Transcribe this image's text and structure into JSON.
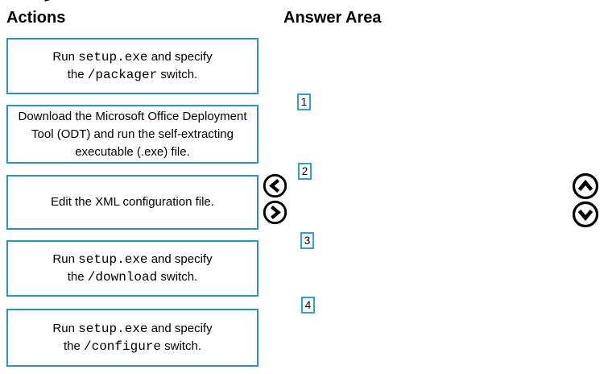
{
  "titles": {
    "actions": "Actions",
    "answer_area": "Answer Area"
  },
  "colors": {
    "action_box_border": "#2B96B4",
    "slot_border": "#30A4C5",
    "icon": "#000000",
    "text": "#000000",
    "background": "#FFFFFF"
  },
  "actions": [
    {
      "id": "action-run-packager-switch",
      "lines": [
        [
          {
            "t": "Run "
          },
          {
            "t": "setup.exe",
            "mono": true
          },
          {
            "t": " and specify"
          }
        ],
        [
          {
            "t": "the "
          },
          {
            "t": "/packager",
            "mono": true
          },
          {
            "t": " switch."
          }
        ]
      ]
    },
    {
      "id": "action-download-odt",
      "lines": [
        [
          {
            "t": "Download the Microsoft Office Deployment"
          }
        ],
        [
          {
            "t": "Tool (ODT) and run the self-extracting"
          }
        ],
        [
          {
            "t": "executable (.exe) file."
          }
        ]
      ]
    },
    {
      "id": "action-edit-xml",
      "lines": [
        [
          {
            "t": "Edit the XML configuration file."
          }
        ]
      ]
    },
    {
      "id": "action-run-download-switch",
      "lines": [
        [
          {
            "t": "Run "
          },
          {
            "t": "setup.exe",
            "mono": true
          },
          {
            "t": " and specify"
          }
        ],
        [
          {
            "t": "the "
          },
          {
            "t": "/download",
            "mono": true
          },
          {
            "t": " switch."
          }
        ]
      ]
    },
    {
      "id": "action-run-configure-switch",
      "lines": [
        [
          {
            "t": "Run "
          },
          {
            "t": "setup.exe",
            "mono": true
          },
          {
            "t": " and specify"
          }
        ],
        [
          {
            "t": "the "
          },
          {
            "t": "/configure",
            "mono": true
          },
          {
            "t": " switch."
          }
        ]
      ]
    }
  ],
  "slots": [
    {
      "label": "1"
    },
    {
      "label": "2"
    },
    {
      "label": "3"
    },
    {
      "label": "4"
    }
  ],
  "icons": {
    "left": "chevron-left-icon",
    "right": "chevron-right-icon",
    "up": "chevron-up-icon",
    "down": "chevron-down-icon"
  }
}
